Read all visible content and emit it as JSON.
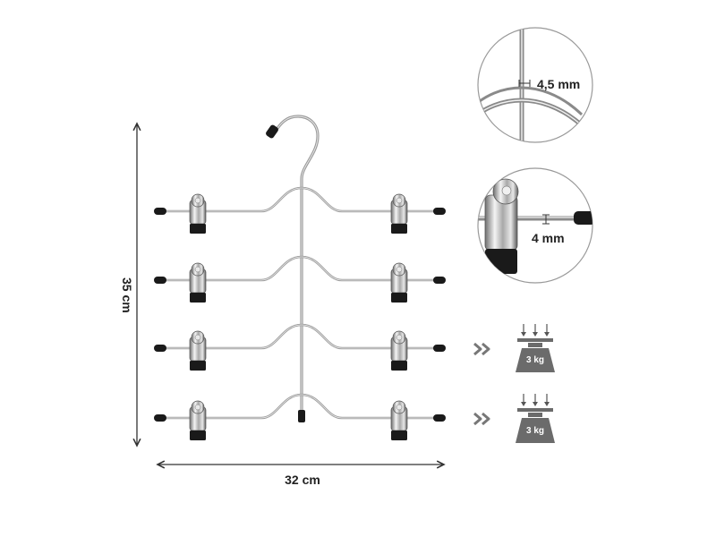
{
  "dimensions": {
    "height": "35 cm",
    "width": "32 cm"
  },
  "details": {
    "wire_thickness": "4,5 mm",
    "clip_rod_thickness": "4 mm"
  },
  "load_badges": [
    {
      "weight": "3 kg"
    },
    {
      "weight": "3 kg"
    }
  ],
  "colors": {
    "metal": "#9a9a9a",
    "rubber": "#1a1a1a",
    "weight_icon": "#6b6b6b",
    "chevron": "#777777",
    "line": "#333333"
  },
  "icons": [
    "double-chevron-right-icon",
    "weight-load-icon"
  ]
}
